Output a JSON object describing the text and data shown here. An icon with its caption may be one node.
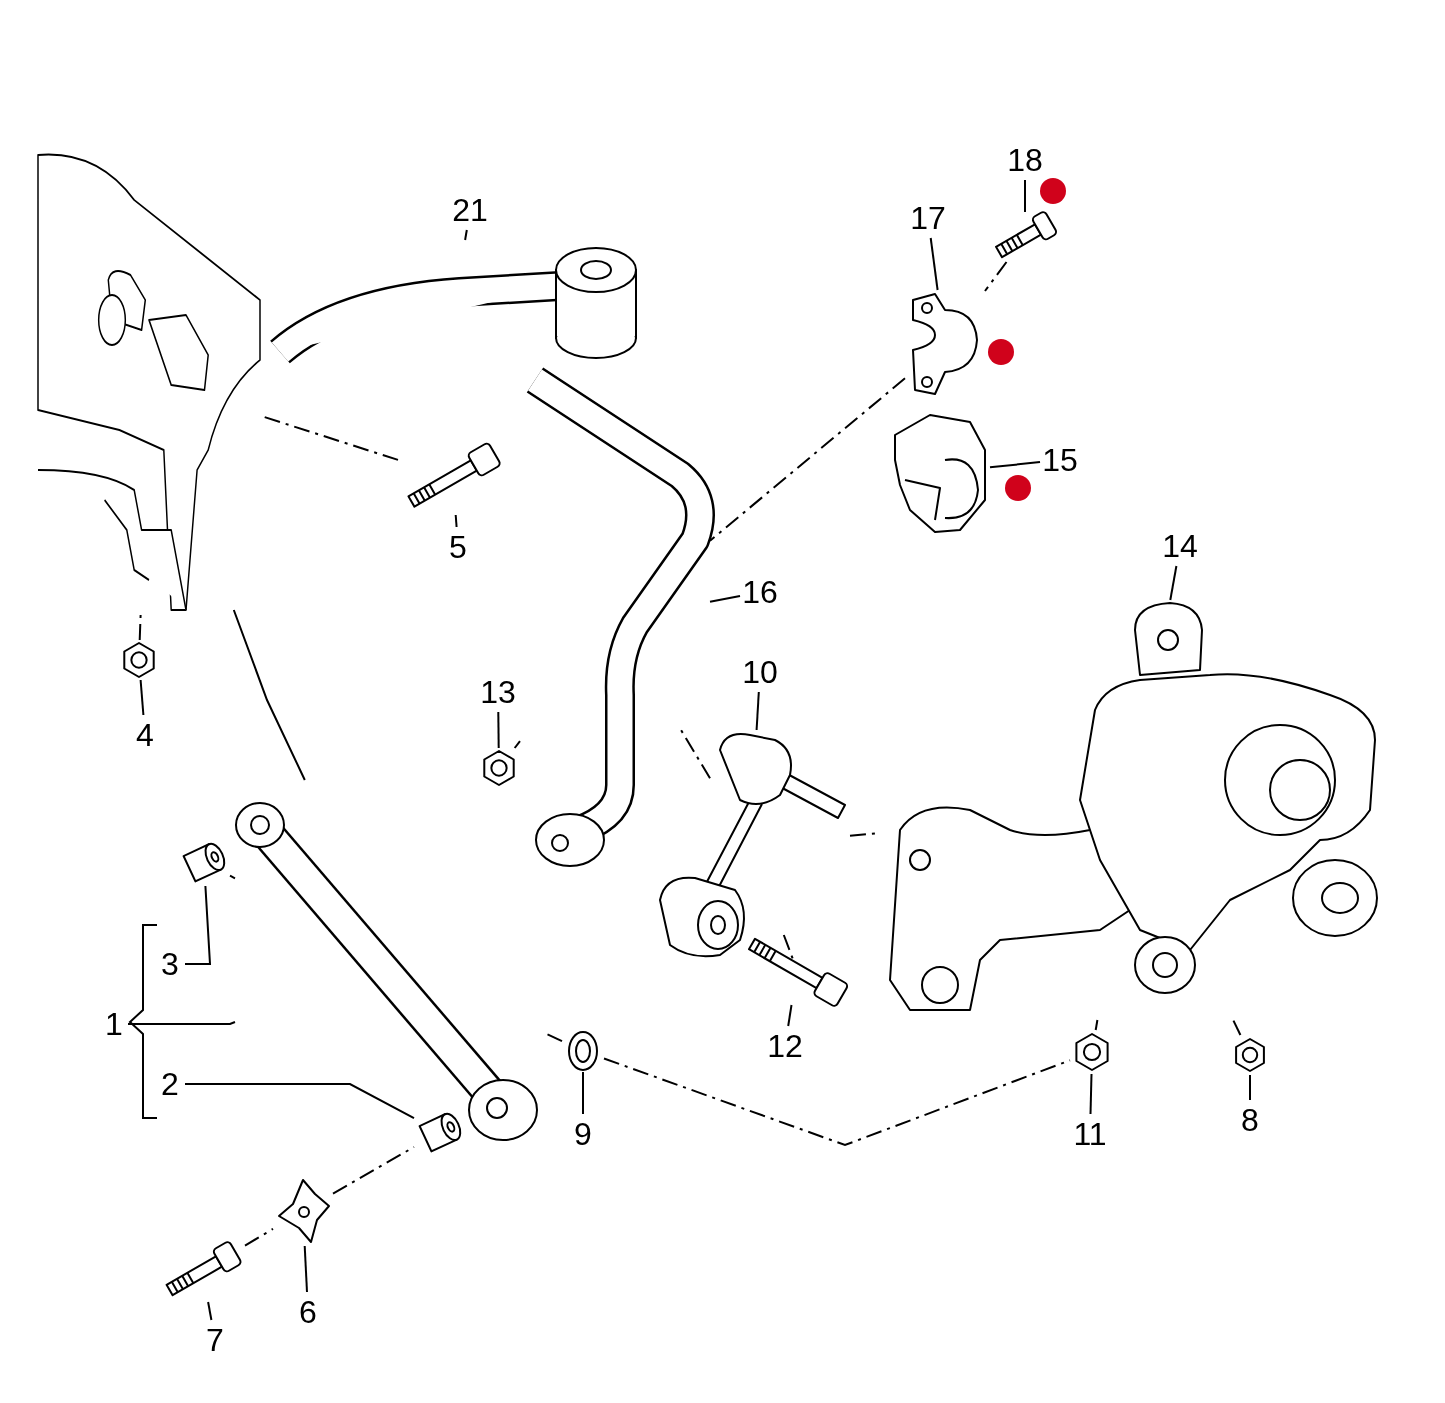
{
  "diagram": {
    "nodes": [
      {
        "text": [
          "18"
        ]
      },
      {
        "text": [
          "17"
        ]
      },
      {
        "text": [
          "21"
        ]
      },
      {
        "text": [
          "15"
        ]
      },
      {
        "text": [
          "5"
        ]
      },
      {
        "text": [
          "16"
        ]
      },
      {
        "text": [
          "14"
        ]
      },
      {
        "text": [
          "4"
        ]
      },
      {
        "text": [
          "10"
        ]
      },
      {
        "text": [
          "13"
        ]
      },
      {
        "text": [
          "3"
        ]
      },
      {
        "text": [
          "1"
        ]
      },
      {
        "text": [
          "12"
        ]
      },
      {
        "text": [
          "8"
        ]
      },
      {
        "text": [
          "2"
        ]
      },
      {
        "text": [
          "9"
        ]
      },
      {
        "text": [
          "11"
        ]
      },
      {
        "text": [
          "7"
        ]
      },
      {
        "text": [
          "6"
        ]
      },
      {
        "text": [],
        "shape": "picture"
      },
      {
        "text": [],
        "shape": "picture"
      },
      {
        "text": [],
        "shape": "picture"
      },
      {
        "text": [],
        "shape": "picture"
      },
      {
        "text": [],
        "shape": "picture"
      },
      {
        "text": [],
        "shape": "picture"
      },
      {
        "text": [],
        "shape": "picture"
      },
      {
        "text": [],
        "shape": "picture"
      },
      {
        "text": [],
        "shape": "picture"
      },
      {
        "text": [],
        "shape": "picture"
      },
      {
        "text": [],
        "shape": "picture"
      },
      {
        "text": [],
        "shape": "picture"
      },
      {
        "text": [],
        "shape": "picture"
      },
      {
        "text": [],
        "shape": "picture"
      },
      {
        "text": [],
        "shape": "picture"
      },
      {
        "text": [],
        "shape": "picture"
      },
      {
        "text": [],
        "shape": "picture"
      },
      {
        "text": [],
        "shape": "picture"
      },
      {
        "text": [],
        "shape": "picture"
      },
      {
        "text": [],
        "shape": "picture"
      }
    ],
    "edges": [
      {
        "from": 0,
        "to": 19,
        "arrow": "none"
      },
      {
        "from": 1,
        "to": 20,
        "arrow": "none"
      },
      {
        "from": 2,
        "to": 21,
        "arrow": "none"
      },
      {
        "from": 3,
        "to": 22,
        "arrow": "none"
      },
      {
        "from": 4,
        "to": 23,
        "arrow": "none"
      },
      {
        "from": 5,
        "to": 24,
        "arrow": "none"
      },
      {
        "from": 6,
        "to": 25,
        "arrow": "none"
      },
      {
        "from": 7,
        "to": 26,
        "arrow": "none"
      },
      {
        "from": 8,
        "to": 27,
        "arrow": "none"
      },
      {
        "from": 9,
        "to": 28,
        "arrow": "none"
      },
      {
        "from": 10,
        "to": 29,
        "arrow": "none"
      },
      {
        "from": 11,
        "to": 30,
        "arrow": "none"
      },
      {
        "from": 12,
        "to": 31,
        "arrow": "none"
      },
      {
        "from": 13,
        "to": 32,
        "arrow": "none"
      },
      {
        "from": 14,
        "to": 33,
        "arrow": "none"
      },
      {
        "from": 15,
        "to": 34,
        "arrow": "none"
      },
      {
        "from": 16,
        "to": 35,
        "arrow": "none"
      },
      {
        "from": 17,
        "to": 36,
        "arrow": "none"
      },
      {
        "from": 18,
        "to": 37,
        "arrow": "none"
      },
      {
        "from": 19,
        "to": 20,
        "arrow": "none",
        "style": "dashed"
      },
      {
        "from": 20,
        "to": 24,
        "arrow": "none",
        "style": "dashed"
      },
      {
        "from": 23,
        "to": 38,
        "arrow": "none",
        "style": "dashed"
      },
      {
        "from": 26,
        "to": 38,
        "arrow": "none",
        "style": "dashed"
      },
      {
        "from": 30,
        "to": 38,
        "arrow": "none"
      },
      {
        "from": 29,
        "to": 30,
        "arrow": "none",
        "style": "dashed"
      },
      {
        "from": 28,
        "to": 24,
        "arrow": "none",
        "style": "dashed"
      },
      {
        "from": 24,
        "to": 27,
        "arrow": "none",
        "style": "dashed"
      },
      {
        "from": 27,
        "to": 25,
        "arrow": "none",
        "style": "dashed"
      },
      {
        "from": 31,
        "to": 27,
        "arrow": "none",
        "style": "dashed"
      },
      {
        "from": 32,
        "to": 25,
        "arrow": "none",
        "style": "dashed"
      },
      {
        "from": 35,
        "to": 25,
        "arrow": "none",
        "style": "dashed"
      },
      {
        "from": 34,
        "to": 35,
        "arrow": "none",
        "style": "dashed"
      },
      {
        "from": 34,
        "to": 30,
        "arrow": "none",
        "style": "dashed"
      },
      {
        "from": 37,
        "to": 33,
        "arrow": "none",
        "style": "dashed"
      },
      {
        "from": 36,
        "to": 37,
        "arrow": "none",
        "style": "dashed"
      }
    ]
  }
}
